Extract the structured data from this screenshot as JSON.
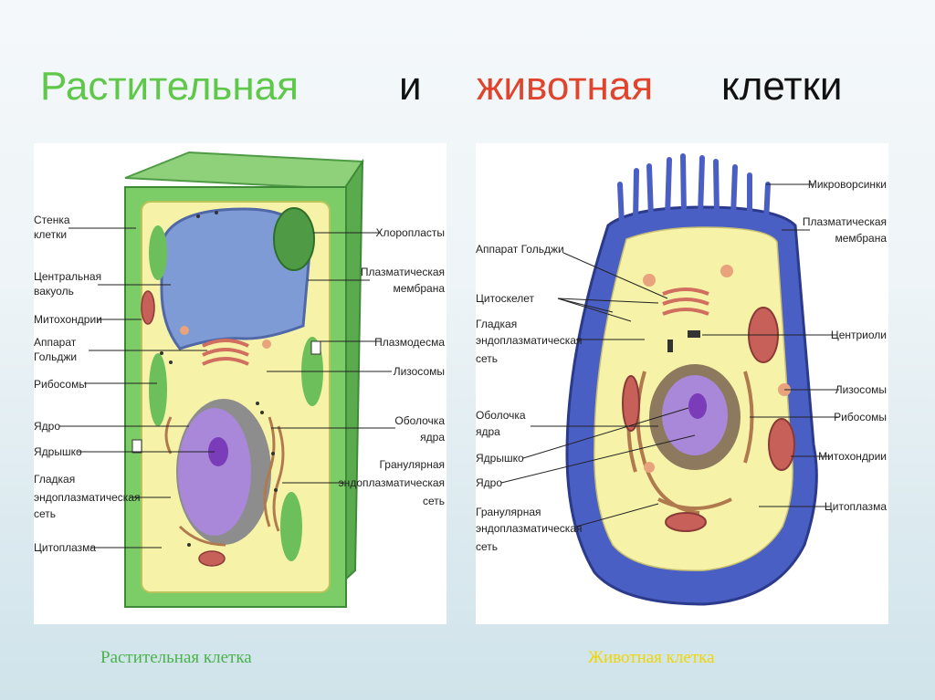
{
  "title": {
    "part1": "Растительная",
    "part2": "и",
    "part3": "животная",
    "part4": "клетки"
  },
  "plant": {
    "left_labels": {
      "l1a": "Стенка",
      "l1b": "клетки",
      "l2a": "Центральная",
      "l2b": "вакуоль",
      "l3": "Митохондрии",
      "l4a": "Аппарат",
      "l4b": "Гольджи",
      "l5": "Рибосомы",
      "l6": "Ядро",
      "l7": "Ядрышко",
      "l8a": "Гладкая",
      "l8b": "эндоплазматическая",
      "l8c": "сеть",
      "l9": "Цитоплазма"
    },
    "right_labels": {
      "r1": "Хлоропласты",
      "r2a": "Плазматическая",
      "r2b": "мембрана",
      "r3": "Плазмодесма",
      "r4": "Лизосомы",
      "r5a": "Оболочка",
      "r5b": "ядра",
      "r6a": "Гранулярная",
      "r6b": "эндоплазматическая",
      "r6c": "сеть"
    },
    "caption": "Растительная клетка"
  },
  "animal": {
    "left_labels": {
      "l1": "Аппарат Гольджи",
      "l2": "Цитоскелет",
      "l3a": "Гладкая",
      "l3b": "эндоплазматическая",
      "l3c": "сеть",
      "l4a": "Оболочка",
      "l4b": "ядра",
      "l5": "Ядрышко",
      "l6": "Ядро",
      "l7a": "Гранулярная",
      "l7b": "эндоплазматическая",
      "l7c": "сеть"
    },
    "right_labels": {
      "r1": "Микроворсинки",
      "r2a": "Плазматическая",
      "r2b": "мембрана",
      "r3": "Центриоли",
      "r4": "Лизосомы",
      "r5": "Рибосомы",
      "r6": "Митохондрии",
      "r7": "Цитоплазма"
    },
    "caption": "Животная клетка"
  },
  "colors": {
    "plant_title": "#5fc84a",
    "animal_title": "#e0442c",
    "cell_wall": "#6cbf5a",
    "cytoplasm": "#f6f3a8",
    "vacuole": "#7e9bd6",
    "nucleus": "#a987d9",
    "animal_membrane": "#4a5fc4"
  }
}
